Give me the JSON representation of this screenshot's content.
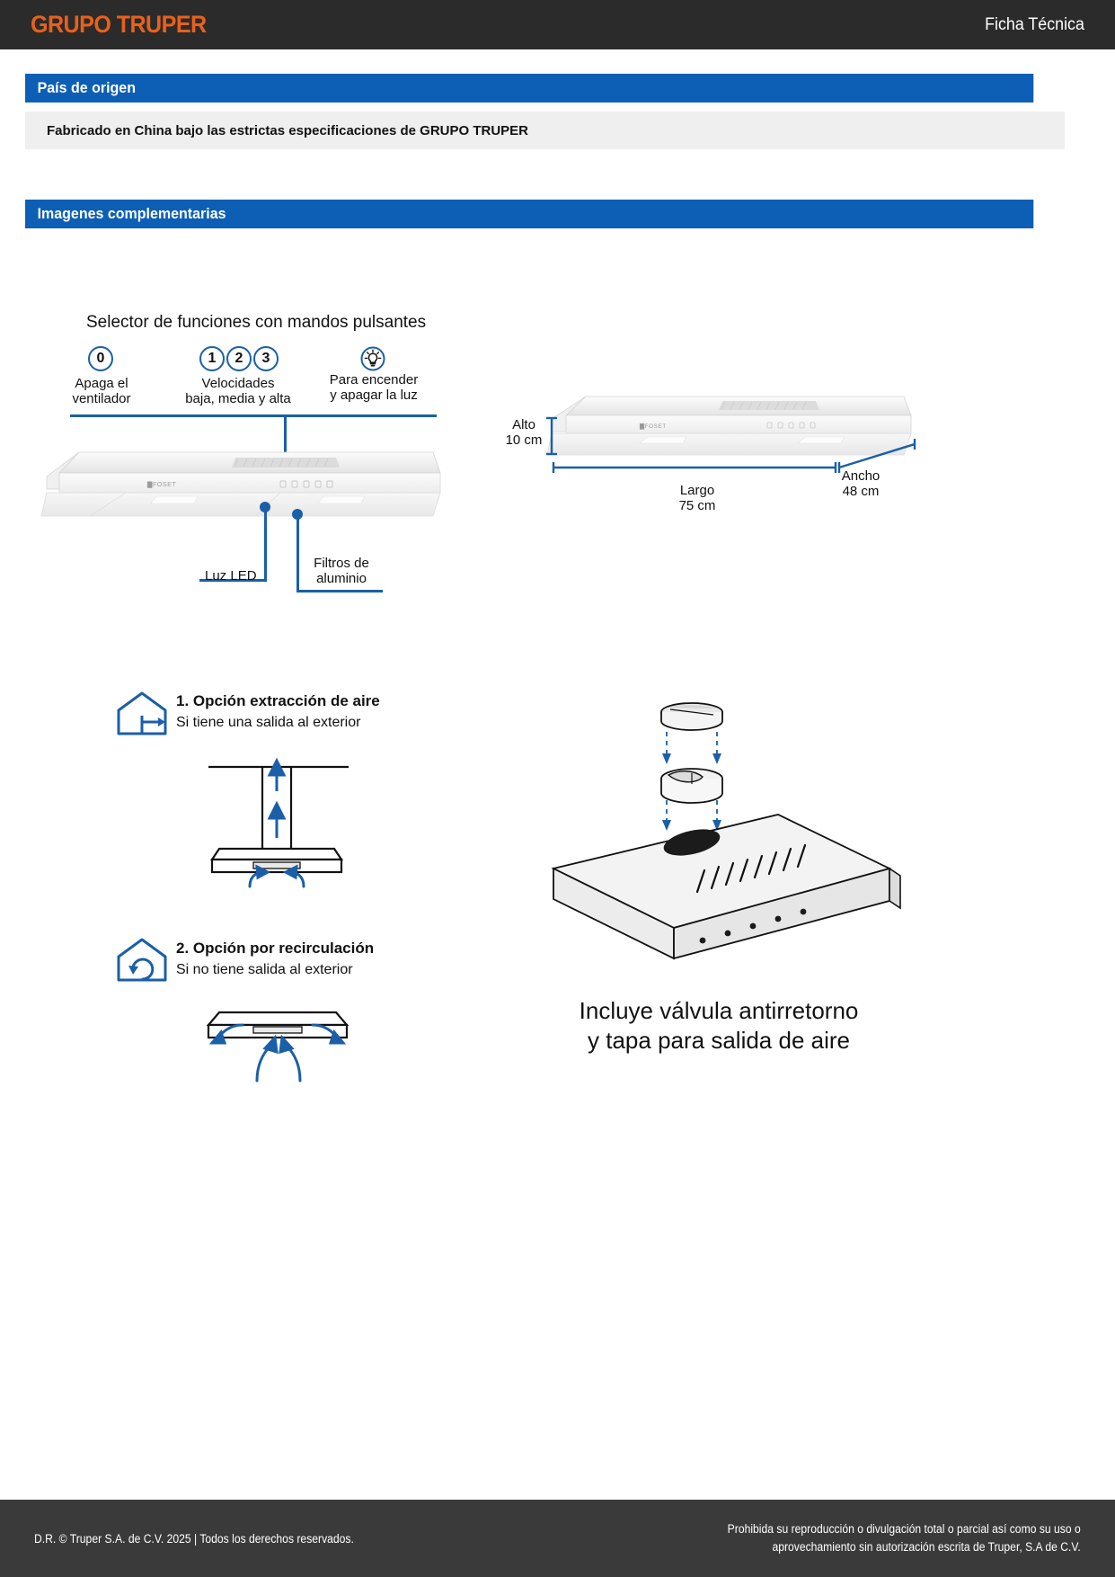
{
  "header": {
    "logo_text": "GRUPO TRUPER",
    "doc_type": "Ficha Técnica"
  },
  "sections": {
    "origin": {
      "title": "País de origen",
      "body": "Fabricado en China bajo las estrictas especificaciones de GRUPO TRUPER"
    },
    "images": {
      "title": "Imagenes complementarias"
    }
  },
  "controls_diagram": {
    "title": "Selector de funciones con mandos pulsantes",
    "buttons": [
      {
        "glyph": "0",
        "name": "off-button"
      },
      {
        "glyph": "1",
        "name": "speed-1-button"
      },
      {
        "glyph": "2",
        "name": "speed-2-button"
      },
      {
        "glyph": "3",
        "name": "speed-3-button"
      },
      {
        "glyph": "light",
        "name": "light-button"
      }
    ],
    "label_off_line1": "Apaga el",
    "label_off_line2": "ventilador",
    "label_speeds_line1": "Velocidades",
    "label_speeds_line2": "baja, media y alta",
    "label_light_line1": "Para encender",
    "label_light_line2": "y apagar la luz",
    "callout_led": "Luz LED",
    "callout_filters_line1": "Filtros de",
    "callout_filters_line2": "aluminio",
    "brand_on_product": "FOSET"
  },
  "dimensions_diagram": {
    "height_label": "Alto",
    "height_value": "10 cm",
    "length_label": "Largo",
    "length_value": "75 cm",
    "width_label": "Ancho",
    "width_value": "48 cm",
    "brand_on_product": "FOSET"
  },
  "install_options": {
    "option1_title": "1. Opción extracción de aire",
    "option1_sub": "Si tiene una salida al exterior",
    "option2_title": "2. Opción por recirculación",
    "option2_sub": "Si no tiene salida al exterior"
  },
  "valve_block": {
    "caption_line1": "Incluye válvula antirretorno",
    "caption_line2": "y tapa para salida de aire"
  },
  "footer": {
    "left": "D.R. © Truper S.A. de C.V. 2025 | Todos los derechos reservados.",
    "right_line1": "Prohibida su reproducción o divulgación total o parcial así como su uso o",
    "right_line2": "aprovechamiento sin autorización escrita de Truper, S.A de C.V."
  },
  "colors": {
    "brand_orange": "#E8611A",
    "section_blue": "#0D5FB5",
    "accent_blue": "#1A5FA8",
    "bar_dark": "#2B2B2B",
    "footer_dark": "#3A3A3A",
    "body_grey": "#EFEFEF"
  }
}
